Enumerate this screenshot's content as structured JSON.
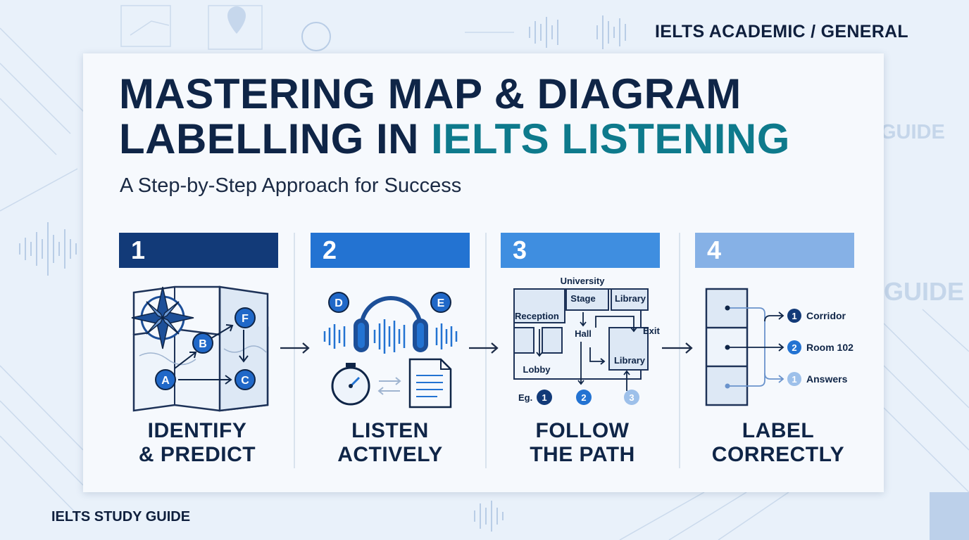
{
  "header": {
    "tag_top": "IELTS ACADEMIC / GENERAL",
    "tag_bottom": "IELTS STUDY GUIDE",
    "ghost_text": "GUIDE"
  },
  "title": {
    "line1": "MASTERING MAP & DIAGRAM",
    "line2_prefix": "LABELLING IN ",
    "line2_accent": "IELTS LISTENING",
    "subtitle": "A Step-by-Step Approach for Success"
  },
  "steps": [
    {
      "number": "1",
      "color": "#123a78",
      "caption_line1": "IDENTIFY",
      "caption_line2": "& PREDICT"
    },
    {
      "number": "2",
      "color": "#2373d2",
      "caption_line1": "LISTEN",
      "caption_line2": "ACTIVELY"
    },
    {
      "number": "3",
      "color": "#3f8ee0",
      "caption_line1": "FOLLOW",
      "caption_line2": "THE PATH"
    },
    {
      "number": "4",
      "color": "#86b1e6",
      "caption_line1": "LABEL",
      "caption_line2": "CORRECTLY"
    }
  ],
  "map_icon": {
    "markers": [
      "A",
      "B",
      "C",
      "F"
    ]
  },
  "listen_icon": {
    "markers": [
      "D",
      "E"
    ]
  },
  "floor_plan": {
    "labels": [
      "University",
      "Stage",
      "Library",
      "Reception",
      "Hall",
      "Exit",
      "Lobby",
      "Library"
    ],
    "example_prefix": "Eg.",
    "example_numbers": [
      "1",
      "2",
      "3"
    ]
  },
  "labels_icon": {
    "items": [
      {
        "num": "1",
        "text": "Corridor"
      },
      {
        "num": "2",
        "text": "Room 102"
      },
      {
        "num": "1",
        "text": "Answers"
      }
    ]
  },
  "colors": {
    "navy": "#0f2547",
    "teal_accent": "#0e7a8c",
    "blue": "#2373d2",
    "light_blue": "#86b1e6"
  }
}
